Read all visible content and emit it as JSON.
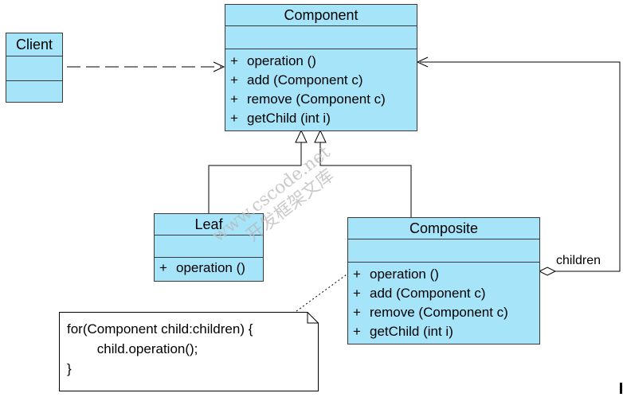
{
  "classes": {
    "component": {
      "name": "Component",
      "operations": [
        {
          "vis": "+",
          "sig": "operation ()"
        },
        {
          "vis": "+",
          "sig": "add (Component c)"
        },
        {
          "vis": "+",
          "sig": "remove (Component c)"
        },
        {
          "vis": "+",
          "sig": "getChild (int i)"
        }
      ]
    },
    "client": {
      "name": "Client",
      "operations": []
    },
    "leaf": {
      "name": "Leaf",
      "operations": [
        {
          "vis": "+",
          "sig": "operation ()"
        }
      ]
    },
    "composite": {
      "name": "Composite",
      "operations": [
        {
          "vis": "+",
          "sig": "operation ()"
        },
        {
          "vis": "+",
          "sig": "add (Component c)"
        },
        {
          "vis": "+",
          "sig": "remove (Component c)"
        },
        {
          "vis": "+",
          "sig": "getChild (int i)"
        }
      ]
    }
  },
  "relations": {
    "client_component": "dependency",
    "leaf_component": "generalization",
    "composite_component": "generalization",
    "composite_children": "aggregation",
    "children_label": "children"
  },
  "note": {
    "lines": [
      "for(Component child:children) {",
      "        child.operation();",
      "}"
    ]
  },
  "watermark": {
    "line1": "www.cscode.net",
    "line2": "开发框架文库"
  },
  "colors": {
    "class_fill": "#a6e4fa",
    "class_border": "#3a3a3a",
    "line": "#000000",
    "watermark": "#b9b9b9"
  }
}
